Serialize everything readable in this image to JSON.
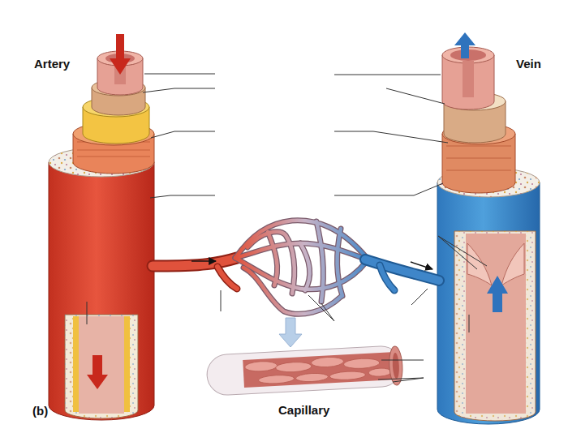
{
  "diagram": {
    "labels": [
      "Artery",
      "Vein",
      "Capillary",
      "(b)"
    ]
  }
}
